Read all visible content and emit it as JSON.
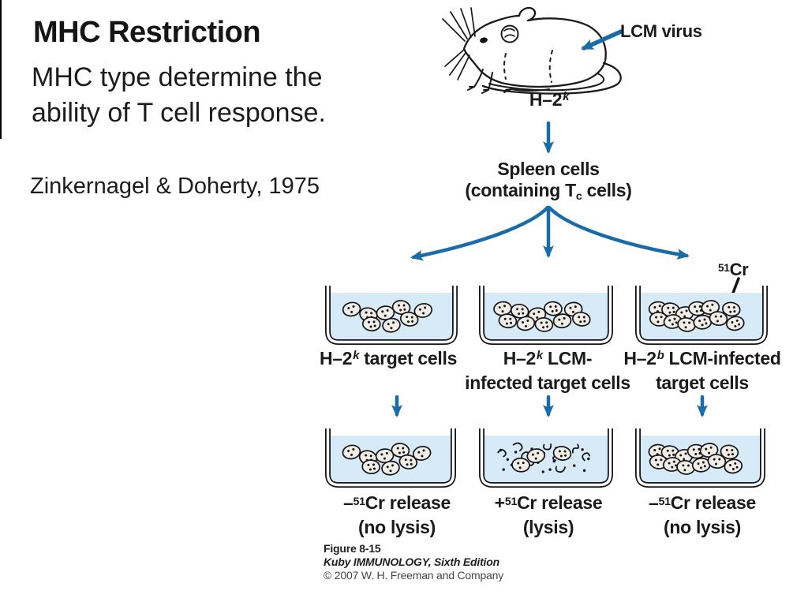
{
  "slide": {
    "title": "MHC Restriction",
    "subtitle_line1": "MHC type determine the",
    "subtitle_line2": "ability of T cell response.",
    "citation": "Zinkernagel & Doherty, 1975"
  },
  "figure": {
    "virus_label": "LCM virus",
    "mouse_strain": {
      "base": "H–2",
      "sup": "k"
    },
    "spleen_line1": "Spleen cells",
    "spleen_line2": {
      "pre": "(containing T",
      "sub": "c",
      "post": " cells)"
    },
    "chromium_tag": {
      "sup": "51",
      "base": "Cr"
    },
    "wells_top": [
      {
        "line1": {
          "base": "H–2",
          "sup": "k",
          "rest": " target cells"
        },
        "line2": "",
        "cell_count": 8,
        "state": "intact"
      },
      {
        "line1": {
          "base": "H–2",
          "sup": "k",
          "rest": " LCM-"
        },
        "line2": "infected target cells",
        "cell_count": 10,
        "state": "intact"
      },
      {
        "line1": {
          "base": "H–2",
          "sup": "b",
          "rest": " LCM-infected"
        },
        "line2": "target cells",
        "cell_count": 12,
        "state": "intact"
      }
    ],
    "wells_bottom": [
      {
        "line1": {
          "sign": "–",
          "sup": "51",
          "rest": "Cr release"
        },
        "line2": "(no lysis)",
        "cell_count": 8,
        "state": "intact"
      },
      {
        "line1": {
          "sign": "+",
          "sup": "51",
          "rest": "Cr release"
        },
        "line2": "(lysis)",
        "cell_count": 3,
        "state": "lysed"
      },
      {
        "line1": {
          "sign": "–",
          "sup": "51",
          "rest": "Cr release"
        },
        "line2": "(no lysis)",
        "cell_count": 12,
        "state": "intact"
      }
    ],
    "caption_line1": "Figure 8-15",
    "caption_line2": "Kuby IMMUNOLOGY, Sixth Edition",
    "caption_line3": "© 2007 W. H. Freeman and Company"
  },
  "colors": {
    "arrow_blue": "#1a6ca8",
    "liquid": "#d7eaf8",
    "cell_fill": "#f0eee6",
    "ink": "#151515"
  }
}
